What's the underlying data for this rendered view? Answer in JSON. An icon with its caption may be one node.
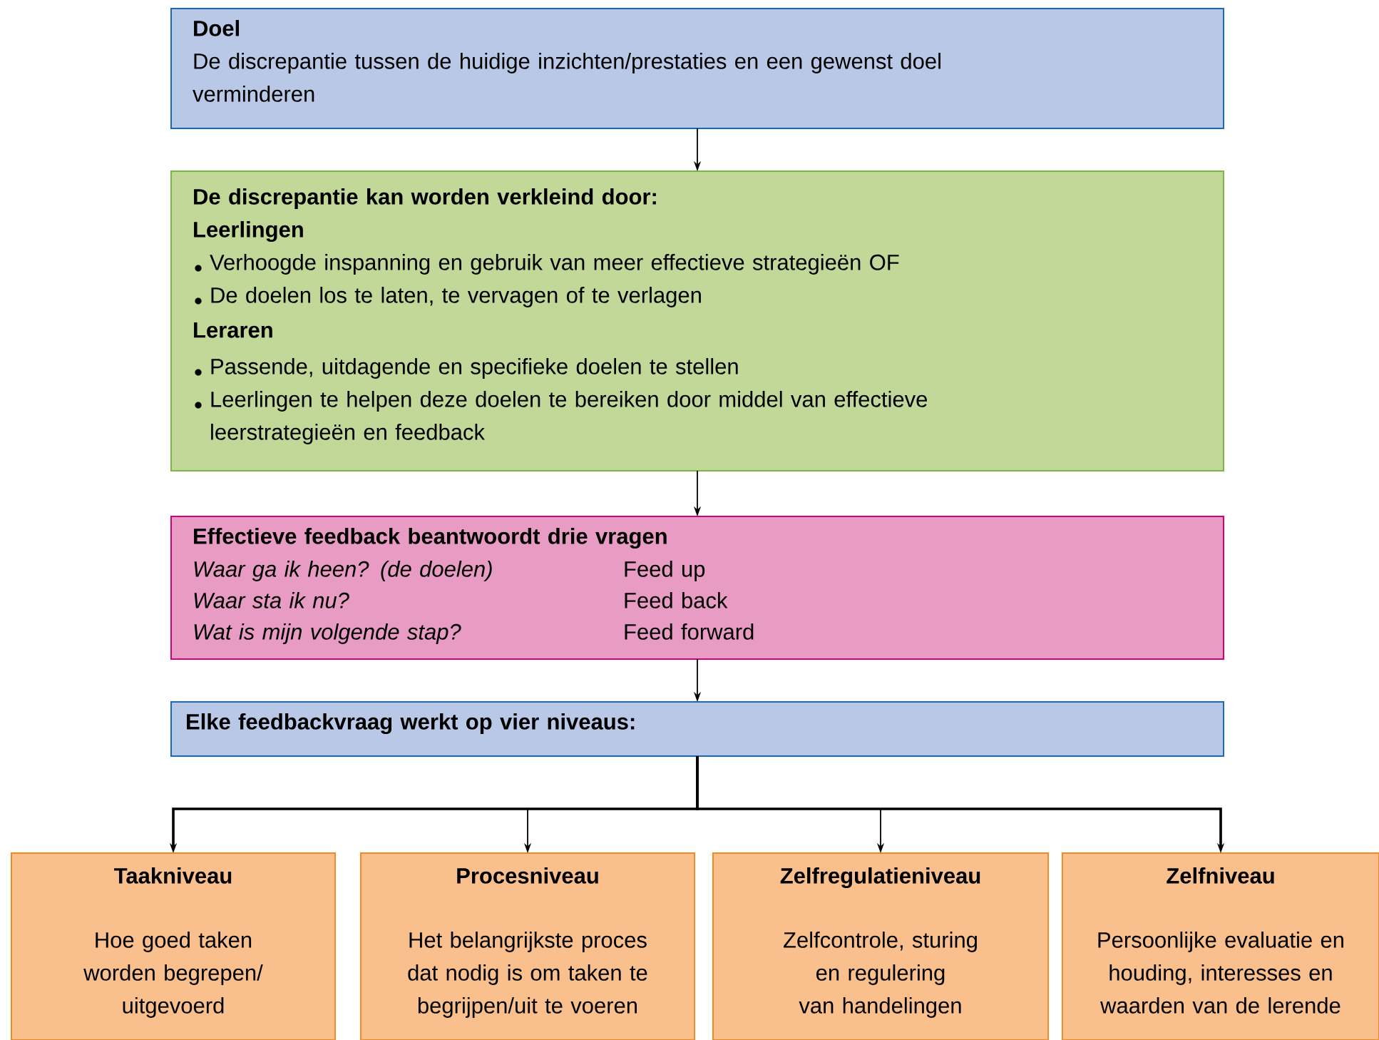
{
  "diagram": {
    "nodes": [
      {
        "text": [
          "Doel",
          "De discrepantie tussen de huidige inzichten/prestaties en een gewenst doel verminderen"
        ]
      },
      {
        "text": [
          "De discrepantie kan worden verkleind door:",
          "Leerlingen",
          "Verhoogde inspanning en gebruik van meer effectieve strategieën OF",
          "De doelen los te laten, te vervagen of te verlagen",
          "Leraren",
          "Passende, uitdagende en specifieke doelen te stellen",
          "Leerlingen te helpen deze doelen te bereiken door middel van effectieve leerstrategieën en feedback"
        ]
      },
      {
        "text": [
          "Effectieve feedback beantwoordt drie vragen",
          "Waar ga ik heen? (de doelen)",
          "Feed up",
          "Waar sta ik nu?",
          "Feed back",
          "Wat is mijn volgende stap?",
          "Feed forward"
        ]
      },
      {
        "text": [
          "Elke feedbackvraag werkt op vier niveaus:"
        ]
      },
      {
        "text": [
          "Taakniveau",
          "Hoe goed taken worden begrepen/ uitgevoerd"
        ]
      },
      {
        "text": [
          "Procesniveau",
          "Het belangrijkste proces dat nodig is om taken te begrijpen/uit te voeren"
        ]
      },
      {
        "text": [
          "Zelfregulatieniveau",
          "Zelfcontrole, sturing en regulering van handelingen"
        ]
      },
      {
        "text": [
          "Zelfniveau",
          "Persoonlijke evaluatie en houding, interesses en waarden van de lerende"
        ]
      }
    ],
    "edges": [
      {
        "from": 0,
        "to": 1,
        "arrow": "to"
      },
      {
        "from": 1,
        "to": 2,
        "arrow": "to"
      },
      {
        "from": 2,
        "to": 3,
        "arrow": "to"
      },
      {
        "from": 3,
        "to": 4,
        "arrow": "to"
      },
      {
        "from": 3,
        "to": 5,
        "arrow": "to"
      },
      {
        "from": 3,
        "to": 6,
        "arrow": "to"
      },
      {
        "from": 3,
        "to": 7,
        "arrow": "to"
      }
    ]
  }
}
